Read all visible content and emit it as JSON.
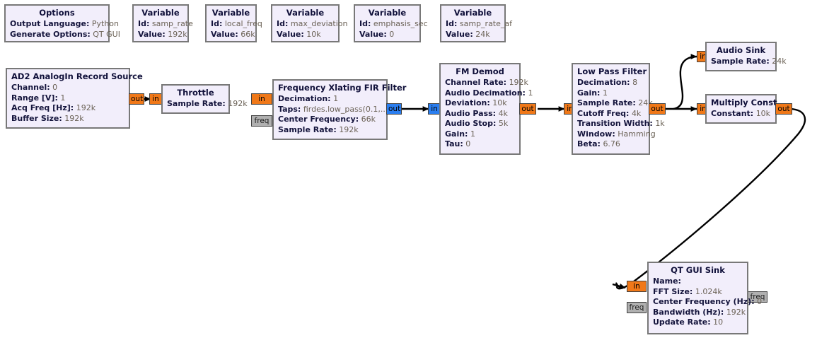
{
  "app": {
    "kind": "gnuradio-flowgraph",
    "background_color": "#ffffff",
    "block_fill": "#f2eefb",
    "block_border": "#787878",
    "port_float_color": "#f07818",
    "port_complex_color": "#2a7ef0",
    "port_msg_color": "#b0b0b0",
    "wire_color": "#000000"
  },
  "blocks": [
    {
      "id": "options",
      "title": "Options",
      "title_align": "center",
      "params": [
        {
          "key": "Output Language:",
          "value": "Python"
        },
        {
          "key": "Generate Options:",
          "value": "QT GUI"
        }
      ]
    },
    {
      "id": "var_samp_rate",
      "title": "Variable",
      "title_align": "center",
      "params": [
        {
          "key": "Id:",
          "value": "samp_rate"
        },
        {
          "key": "Value:",
          "value": "192k"
        }
      ]
    },
    {
      "id": "var_local_freq",
      "title": "Variable",
      "title_align": "center",
      "params": [
        {
          "key": "Id:",
          "value": "local_freq"
        },
        {
          "key": "Value:",
          "value": "66k"
        }
      ]
    },
    {
      "id": "var_max_deviation",
      "title": "Variable",
      "title_align": "center",
      "params": [
        {
          "key": "Id:",
          "value": "max_deviation"
        },
        {
          "key": "Value:",
          "value": "10k"
        }
      ]
    },
    {
      "id": "var_emphasis_sec",
      "title": "Variable",
      "title_align": "center",
      "params": [
        {
          "key": "Id:",
          "value": "emphasis_sec"
        },
        {
          "key": "Value:",
          "value": "0"
        }
      ]
    },
    {
      "id": "var_samp_rate_af",
      "title": "Variable",
      "title_align": "center",
      "params": [
        {
          "key": "Id:",
          "value": "samp_rate_af"
        },
        {
          "key": "Value:",
          "value": "24k"
        }
      ]
    },
    {
      "id": "ad2_source",
      "title": "AD2 AnalogIn Record Source",
      "title_align": "center",
      "params": [
        {
          "key": "Channel:",
          "value": "0"
        },
        {
          "key": "Range [V]:",
          "value": "1"
        },
        {
          "key": "Acq Freq [Hz]:",
          "value": "192k"
        },
        {
          "key": "Buffer Size:",
          "value": "192k"
        }
      ]
    },
    {
      "id": "throttle",
      "title": "Throttle",
      "title_align": "center",
      "params": [
        {
          "key": "Sample Rate:",
          "value": "192k"
        }
      ]
    },
    {
      "id": "xlating_fir",
      "title": "Frequency Xlating FIR Filter",
      "title_align": "left",
      "params": [
        {
          "key": "Decimation:",
          "value": "1"
        },
        {
          "key": "Taps:",
          "value": "firdes.low_pass(0.1,..."
        },
        {
          "key": "Center Frequency:",
          "value": "66k"
        },
        {
          "key": "Sample Rate:",
          "value": "192k"
        }
      ]
    },
    {
      "id": "fm_demod",
      "title": "FM Demod",
      "title_align": "center",
      "params": [
        {
          "key": "Channel Rate:",
          "value": "192k"
        },
        {
          "key": "Audio Decimation:",
          "value": "1"
        },
        {
          "key": "Deviation:",
          "value": "10k"
        },
        {
          "key": "Audio Pass:",
          "value": "4k"
        },
        {
          "key": "Audio Stop:",
          "value": "5k"
        },
        {
          "key": "Gain:",
          "value": "1"
        },
        {
          "key": "Tau:",
          "value": "0"
        }
      ]
    },
    {
      "id": "low_pass_filter",
      "title": "Low Pass Filter",
      "title_align": "center",
      "params": [
        {
          "key": "Decimation:",
          "value": "8"
        },
        {
          "key": "Gain:",
          "value": "1"
        },
        {
          "key": "Sample Rate:",
          "value": "24k"
        },
        {
          "key": "Cutoff Freq:",
          "value": "4k"
        },
        {
          "key": "Transition Width:",
          "value": "1k"
        },
        {
          "key": "Window:",
          "value": "Hamming"
        },
        {
          "key": "Beta:",
          "value": "6.76"
        }
      ]
    },
    {
      "id": "audio_sink",
      "title": "Audio Sink",
      "title_align": "center",
      "params": [
        {
          "key": "Sample Rate:",
          "value": "24k"
        }
      ]
    },
    {
      "id": "multiply_const",
      "title": "Multiply Const",
      "title_align": "center",
      "params": [
        {
          "key": "Constant:",
          "value": "10k"
        }
      ]
    },
    {
      "id": "qt_gui_sink",
      "title": "QT GUI Sink",
      "title_align": "center",
      "params": [
        {
          "key": "Name:",
          "value": ""
        },
        {
          "key": "FFT Size:",
          "value": "1.024k"
        },
        {
          "key": "Center Frequency (Hz):",
          "value": "0"
        },
        {
          "key": "Bandwidth (Hz):",
          "value": "192k"
        },
        {
          "key": "Update Rate:",
          "value": "10"
        }
      ]
    }
  ],
  "ports": {
    "out_label": "out",
    "in_label": "in",
    "freq_label": "freq"
  }
}
